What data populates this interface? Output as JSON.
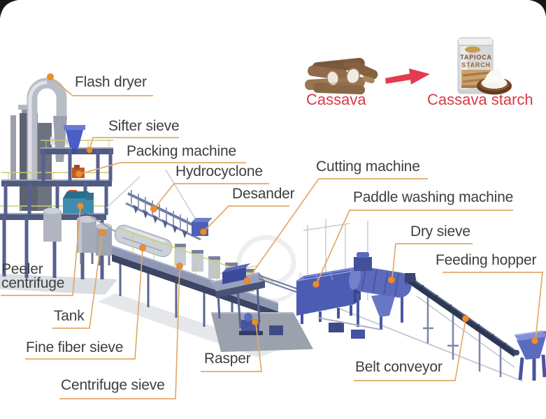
{
  "diagram_title_implicit": "Cassava starch processing line",
  "machine_labels": [
    {
      "id": "flash-dryer",
      "text": "Flash dryer"
    },
    {
      "id": "sifter-sieve",
      "text": "Sifter sieve"
    },
    {
      "id": "packing-machine",
      "text": "Packing machine"
    },
    {
      "id": "hydrocyclone",
      "text": "Hydrocyclone"
    },
    {
      "id": "desander",
      "text": "Desander"
    },
    {
      "id": "cutting-machine",
      "text": "Cutting machine"
    },
    {
      "id": "paddle-washing-machine",
      "text": "Paddle washing machine"
    },
    {
      "id": "dry-sieve",
      "text": "Dry sieve"
    },
    {
      "id": "feeding-hopper",
      "text": "Feeding hopper"
    },
    {
      "id": "peeler-centrifuge",
      "text": "Peeler centrifuge"
    },
    {
      "id": "tank",
      "text": "Tank"
    },
    {
      "id": "fine-fiber-sieve",
      "text": "Fine fiber sieve"
    },
    {
      "id": "rasper",
      "text": "Rasper"
    },
    {
      "id": "belt-conveyor",
      "text": "Belt conveyor"
    },
    {
      "id": "centrifuge-sieve",
      "text": "Centrifuge sieve"
    }
  ],
  "flow": {
    "input_caption": "Cassava",
    "output_caption": "Cassava starch"
  },
  "package": {
    "line1": "TAPIOCA",
    "line2": "STARCH"
  },
  "graphics": {
    "cassava_image": "cassava-roots",
    "arrow_icon": "red-arrow-right",
    "package_image": "tapioca-starch-package",
    "bowl_image": "starch-bowl"
  },
  "colors": {
    "leader_line": "#e3a968",
    "anchor_dot": "#ee8d2c",
    "accent_red": "#d53b45",
    "machine_blue": "#5b6cc0",
    "steel_deck": "#8d97b3",
    "silver_vessel": "#c6cbd4",
    "label_text": "#3e3e3e"
  }
}
